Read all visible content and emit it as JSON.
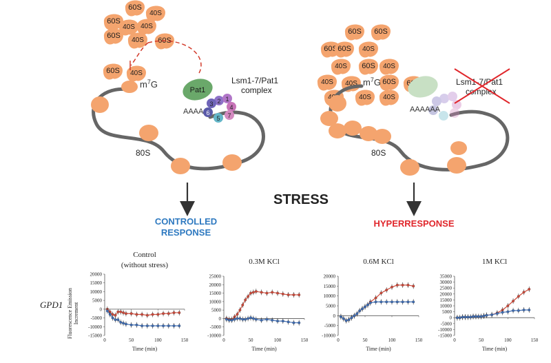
{
  "diagram": {
    "left": {
      "ribosome_cluster": [
        "60S",
        "40S",
        "60S",
        "40S",
        "40S",
        "60S",
        "40S",
        "60S",
        "60S",
        "40S"
      ],
      "cap_label": "m",
      "cap_superscript": "7",
      "cap_suffix": "G",
      "pat1_label": "Pat1",
      "complex_label_line1": "Lsm1-7/Pat1",
      "complex_label_line2": "complex",
      "lsm_numbers": [
        "1",
        "2",
        "3",
        "4",
        "5",
        "6",
        "7"
      ],
      "polya_label": "AAAA",
      "ribosome_label": "80S"
    },
    "right": {
      "ribosome_cluster": [
        "60S",
        "60S",
        "60S",
        "40S",
        "60S",
        "40S",
        "40S",
        "60S",
        "40S",
        "60S",
        "40S",
        "60S",
        "40S",
        "40S",
        "40S"
      ],
      "cap_label": "m",
      "cap_superscript": "7",
      "cap_suffix": "G",
      "complex_label_line1": "Lsm1-7/Pat1",
      "complex_label_line2": "complex",
      "polya_label": "AAAAAA",
      "ribosome_label": "80S"
    },
    "stress_label": "STRESS",
    "controlled_response_line1": "CONTROLLED",
    "controlled_response_line2": "RESPONSE",
    "hyperresponse_label": "HYPERRESPONSE",
    "colors": {
      "ribosome": "#f4a46e",
      "rna": "#666666",
      "pat1": "#6aa86a",
      "controlled": "#2e79c0",
      "hyper": "#e0262b",
      "inhibition": "#d23a2a"
    }
  },
  "gene_label": "GPD1",
  "y_axis_label_line1": "Fluorescence Emission",
  "y_axis_label_line2": "Increment",
  "x_axis_label": "Time (min)",
  "chart_data": [
    {
      "type": "line",
      "title": "Control\n(without stress)",
      "xlim": [
        0,
        150
      ],
      "ylim": [
        -15000,
        20000
      ],
      "xticks": [
        0,
        50,
        100,
        150
      ],
      "yticks": [
        -15000,
        -10000,
        -5000,
        0,
        5000,
        10000,
        15000,
        20000
      ],
      "xlabel": "Time (min)",
      "ylabel": "Fluorescence Emission Increment",
      "series": [
        {
          "color": "#d04a3a",
          "x": [
            5,
            10,
            15,
            20,
            25,
            30,
            35,
            40,
            50,
            60,
            70,
            80,
            90,
            100,
            110,
            120,
            130,
            140
          ],
          "y": [
            0,
            -1500,
            -3000,
            -3500,
            -1500,
            -1500,
            -2000,
            -2500,
            -2500,
            -3000,
            -3000,
            -3500,
            -3000,
            -3000,
            -2500,
            -2500,
            -2000,
            -2000
          ]
        },
        {
          "color": "#3e6db5",
          "x": [
            5,
            10,
            15,
            20,
            25,
            30,
            35,
            40,
            50,
            60,
            70,
            80,
            90,
            100,
            110,
            120,
            130,
            140
          ],
          "y": [
            -1000,
            -3000,
            -5000,
            -6000,
            -6000,
            -7500,
            -8000,
            -8500,
            -9000,
            -9000,
            -9500,
            -9500,
            -9500,
            -9500,
            -9500,
            -9500,
            -9500,
            -9500
          ]
        }
      ]
    },
    {
      "type": "line",
      "title": "0.3M KCl",
      "xlim": [
        0,
        150
      ],
      "ylim": [
        -10000,
        25000
      ],
      "xticks": [
        0,
        50,
        100,
        150
      ],
      "yticks": [
        -10000,
        -5000,
        0,
        5000,
        10000,
        15000,
        20000,
        25000
      ],
      "xlabel": "Time (min)",
      "series": [
        {
          "color": "#d04a3a",
          "x": [
            5,
            10,
            15,
            20,
            25,
            30,
            35,
            40,
            45,
            50,
            55,
            60,
            70,
            80,
            90,
            100,
            110,
            120,
            130,
            140
          ],
          "y": [
            0,
            -500,
            -500,
            1000,
            2500,
            5000,
            8000,
            11000,
            13000,
            15000,
            15500,
            16000,
            15500,
            15000,
            15500,
            15000,
            14500,
            14000,
            14000,
            14000
          ]
        },
        {
          "color": "#3e6db5",
          "x": [
            5,
            10,
            15,
            20,
            25,
            30,
            35,
            40,
            45,
            50,
            55,
            60,
            70,
            80,
            90,
            100,
            110,
            120,
            130,
            140
          ],
          "y": [
            -500,
            -1000,
            -1000,
            -500,
            0,
            0,
            -500,
            -500,
            0,
            500,
            0,
            -500,
            -1000,
            -500,
            -1000,
            -1500,
            -1500,
            -2000,
            -2500,
            -2500
          ]
        }
      ]
    },
    {
      "type": "line",
      "title": "0.6M KCl",
      "xlim": [
        0,
        150
      ],
      "ylim": [
        -10000,
        20000
      ],
      "xticks": [
        0,
        50,
        100,
        150
      ],
      "yticks": [
        -10000,
        -5000,
        0,
        5000,
        10000,
        15000,
        20000
      ],
      "xlabel": "Time (min)",
      "series": [
        {
          "color": "#d04a3a",
          "x": [
            5,
            10,
            15,
            20,
            25,
            30,
            35,
            40,
            45,
            50,
            55,
            60,
            70,
            80,
            90,
            100,
            110,
            120,
            130,
            140
          ],
          "y": [
            -500,
            -1500,
            -2500,
            -2000,
            -1000,
            0,
            1000,
            2500,
            3500,
            4500,
            5500,
            7000,
            9000,
            11500,
            13000,
            14500,
            15500,
            15500,
            15500,
            15000
          ]
        },
        {
          "color": "#3e6db5",
          "x": [
            5,
            10,
            15,
            20,
            25,
            30,
            35,
            40,
            45,
            50,
            55,
            60,
            70,
            80,
            90,
            100,
            110,
            120,
            130,
            140
          ],
          "y": [
            -500,
            -1500,
            -2500,
            -2000,
            -1000,
            0,
            1000,
            2500,
            3500,
            4500,
            5500,
            6500,
            7000,
            7000,
            7000,
            7000,
            7000,
            7000,
            7000,
            7000
          ]
        }
      ]
    },
    {
      "type": "line",
      "title": "1M KCl",
      "xlim": [
        0,
        150
      ],
      "ylim": [
        -15000,
        35000
      ],
      "xticks": [
        0,
        50,
        100,
        150
      ],
      "yticks": [
        -15000,
        -10000,
        -5000,
        0,
        5000,
        10000,
        15000,
        20000,
        25000,
        30000,
        35000
      ],
      "xlabel": "Time (min)",
      "series": [
        {
          "color": "#d04a3a",
          "x": [
            5,
            10,
            15,
            20,
            25,
            30,
            35,
            40,
            45,
            50,
            55,
            60,
            70,
            80,
            90,
            100,
            110,
            120,
            130,
            140
          ],
          "y": [
            0,
            0,
            500,
            500,
            500,
            500,
            1000,
            1000,
            1000,
            1000,
            1500,
            2000,
            2500,
            4000,
            6500,
            10000,
            14000,
            18000,
            21500,
            24000
          ]
        },
        {
          "color": "#3e6db5",
          "x": [
            5,
            10,
            15,
            20,
            25,
            30,
            35,
            40,
            45,
            50,
            55,
            60,
            70,
            80,
            90,
            100,
            110,
            120,
            130,
            140
          ],
          "y": [
            0,
            0,
            500,
            500,
            500,
            500,
            1000,
            1000,
            1000,
            1000,
            1500,
            2000,
            2500,
            3500,
            4500,
            5000,
            6000,
            6000,
            6500,
            6500
          ]
        }
      ]
    }
  ]
}
